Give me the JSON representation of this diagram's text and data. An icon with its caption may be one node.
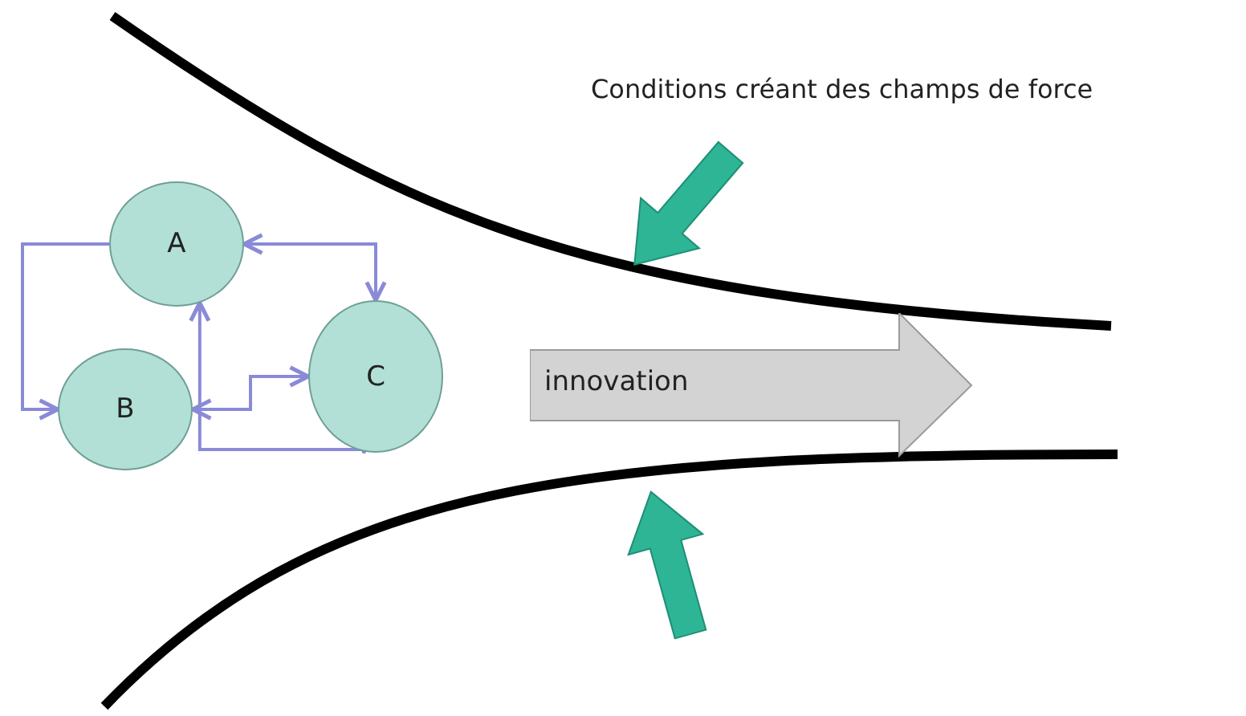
{
  "diagram": {
    "nodes": [
      {
        "text": [
          "A"
        ]
      },
      {
        "text": [
          "B"
        ]
      },
      {
        "text": [
          "C"
        ]
      },
      {
        "text": [
          "innovation"
        ]
      }
    ],
    "edges": [
      {
        "from": 0,
        "to": 1,
        "arrow": "to"
      },
      {
        "from": 0,
        "to": 2,
        "arrow": "both"
      },
      {
        "from": 1,
        "to": 2,
        "arrow": "both"
      },
      {
        "from": 0,
        "to": 2,
        "arrow": "both"
      }
    ],
    "labels": [
      "Conditions créant des champs de force"
    ]
  }
}
